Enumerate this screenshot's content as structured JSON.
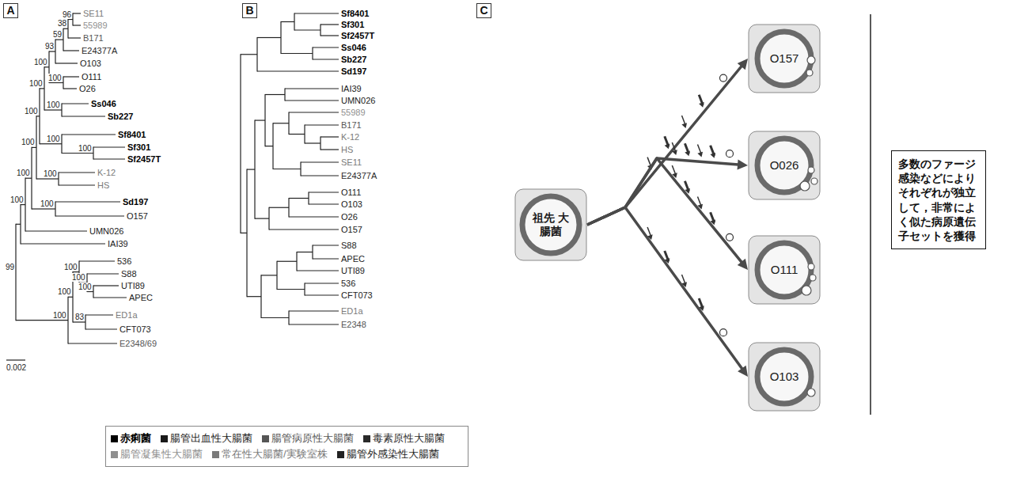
{
  "diagram": {
    "nodes": [
      {
        "text": [
          "祖先 大腸菌"
        ]
      },
      {
        "text": [
          "O157"
        ]
      },
      {
        "text": [
          "O026"
        ]
      },
      {
        "text": [
          "O111"
        ]
      },
      {
        "text": [
          "O103"
        ]
      },
      {
        "text": [
          "多数のファージ 感染などにより それぞれが独立 して，非常によ く似た病原遺伝 子セットを獲得"
        ]
      }
    ],
    "edges": [
      {
        "from": 0,
        "to": 1,
        "arrow": "to"
      },
      {
        "from": 0,
        "to": 2,
        "arrow": "to"
      },
      {
        "from": 0,
        "to": 3,
        "arrow": "to"
      },
      {
        "from": 0,
        "to": 4,
        "arrow": "to"
      }
    ],
    "labels": [
      "A",
      "B",
      "C",
      "SE11",
      "55989",
      "B171",
      "E24377A",
      "O103",
      "O111",
      "O26",
      "Ss046",
      "Sb227",
      "Sf8401",
      "Sf301",
      "Sf2457T",
      "K-12",
      "HS",
      "Sd197",
      "O157",
      "UMN026",
      "IAI39",
      "536",
      "S88",
      "UTI89",
      "APEC",
      "ED1a",
      "CFT073",
      "E2348/69",
      "96",
      "38",
      "59",
      "93",
      "100",
      "100",
      "100",
      "100",
      "100",
      "100",
      "100",
      "100",
      "100",
      "100",
      "100",
      "100",
      "99",
      "100",
      "100",
      "100",
      "83",
      "100",
      "100",
      "0.002",
      "Sf8401",
      "Sf301",
      "Sf2457T",
      "Ss046",
      "Sb227",
      "Sd197",
      "IAI39",
      "UMN026",
      "55989",
      "B171",
      "K-12",
      "HS",
      "SE11",
      "E24377A",
      "O111",
      "O103",
      "O26",
      "O157",
      "S88",
      "APEC",
      "UTI89",
      "536",
      "CFT073",
      "ED1a",
      "E2348"
    ],
    "legend": [
      {
        "text": "赤痢菌",
        "color": "#000000"
      },
      {
        "text": "腸管出血性大腸菌",
        "color": "#1a1a1a"
      },
      {
        "text": "腸管病原性大腸菌",
        "color": "#555555"
      },
      {
        "text": "毒素原性大腸菌",
        "color": "#2a2a2a"
      },
      {
        "text": "腸管凝集性大腸菌",
        "color": "#8f8f8f"
      },
      {
        "text": "常在性大腸菌/実験室株",
        "color": "#7a7a7a"
      },
      {
        "text": "腸管外感染性大腸菌",
        "color": "#222222"
      }
    ]
  }
}
